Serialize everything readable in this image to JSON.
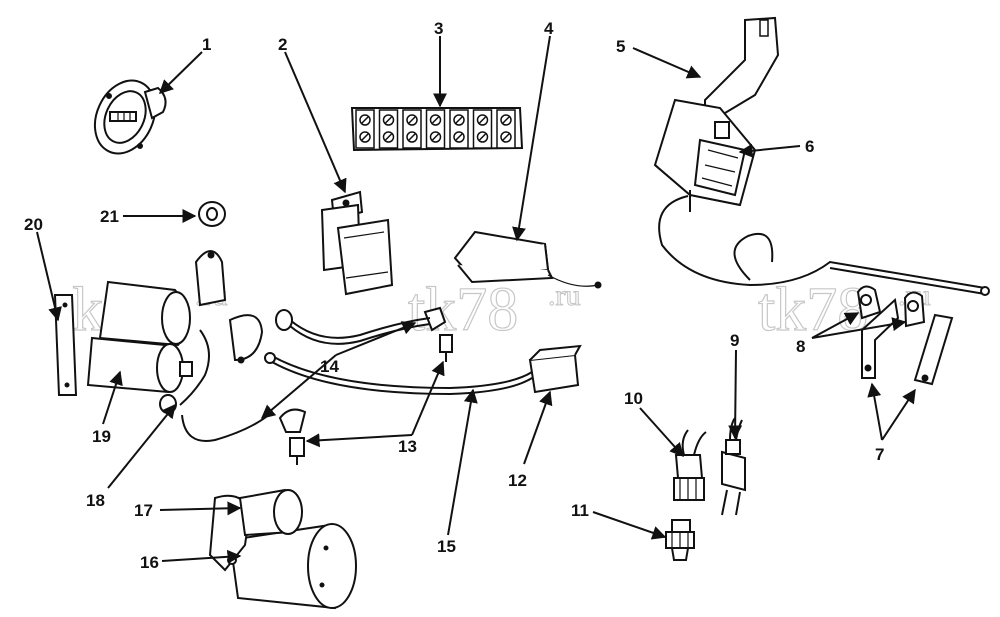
{
  "callouts": [
    {
      "id": "1",
      "label": "1"
    },
    {
      "id": "2",
      "label": "2"
    },
    {
      "id": "3",
      "label": "3"
    },
    {
      "id": "4",
      "label": "4"
    },
    {
      "id": "5",
      "label": "5"
    },
    {
      "id": "6",
      "label": "6"
    },
    {
      "id": "7",
      "label": "7"
    },
    {
      "id": "8",
      "label": "8"
    },
    {
      "id": "9",
      "label": "9"
    },
    {
      "id": "10",
      "label": "10"
    },
    {
      "id": "11",
      "label": "11"
    },
    {
      "id": "12",
      "label": "12"
    },
    {
      "id": "13",
      "label": "13"
    },
    {
      "id": "14",
      "label": "14"
    },
    {
      "id": "15",
      "label": "15"
    },
    {
      "id": "16",
      "label": "16"
    },
    {
      "id": "17",
      "label": "17"
    },
    {
      "id": "18",
      "label": "18"
    },
    {
      "id": "19",
      "label": "19"
    },
    {
      "id": "20",
      "label": "20"
    },
    {
      "id": "21",
      "label": "21"
    }
  ],
  "watermark": {
    "main": "tk78",
    "suffix": ".ru"
  },
  "colors": {
    "ink": "#111111",
    "background": "#ffffff",
    "watermark": "#9a9a9a"
  }
}
